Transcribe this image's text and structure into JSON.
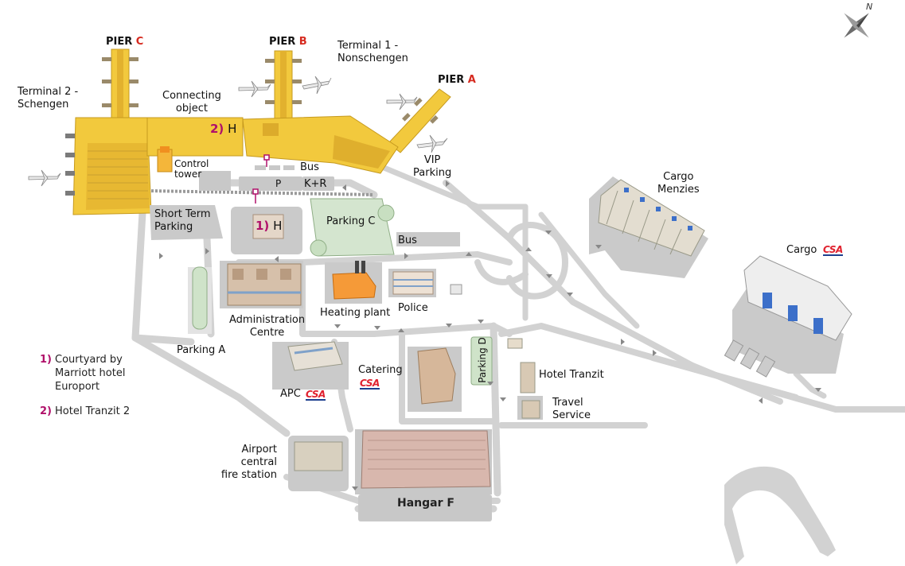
{
  "labels": {
    "pier_c_prefix": "PIER ",
    "pier_c_letter": "C",
    "pier_b_prefix": "PIER ",
    "pier_b_letter": "B",
    "pier_a_prefix": "PIER ",
    "pier_a_letter": "A",
    "terminal1_line1": "Terminal 1 -",
    "terminal1_line2": "Nonschengen",
    "terminal2_line1": "Terminal 2 -",
    "terminal2_line2": "Schengen",
    "connecting_line1": "Connecting",
    "connecting_line2": "object",
    "hotel2_num": "2)",
    "hotel2_letter": "H",
    "control_line1": "Control",
    "control_line2": "tower",
    "bus_top": "Bus",
    "vip_line1": "VIP",
    "vip_line2": "Parking",
    "p_sign": "P",
    "kr_sign": "K+R",
    "short_term_line1": "Short Term",
    "short_term_line2": "Parking",
    "hotel1_num": "1)",
    "hotel1_letter": "H",
    "parking_c": "Parking C",
    "bus_mid": "Bus",
    "admin_line1": "Administration",
    "admin_line2": "Centre",
    "heating": "Heating plant",
    "police": "Police",
    "parking_a": "Parking A",
    "apc": "APC",
    "catering": "Catering",
    "parking_d": "Parking D",
    "hotel_tranzit": "Hotel Tranzit",
    "travel_line1": "Travel",
    "travel_line2": "Service",
    "fire_line1": "Airport",
    "fire_line2": "central",
    "fire_line3": "fire station",
    "hangar_f": "Hangar F",
    "cargo_menzies_line1": "Cargo",
    "cargo_menzies_line2": "Menzies",
    "cargo_csa": "Cargo",
    "csa_logo": "CSA",
    "compass_n": "N"
  },
  "legend": [
    {
      "num": "1)",
      "line1": "Courtyard by",
      "line2": "Marriott hotel",
      "line3": "Europort"
    },
    {
      "num": "2)",
      "line1": "Hotel Tranzit 2",
      "line2": "",
      "line3": ""
    }
  ],
  "colors": {
    "terminal_yellow": "#f2c93d",
    "terminal_dark": "#d9a826",
    "road": "#d4d4d4",
    "parking_green": "#cfe3c9",
    "admin_brown": "#c9b29c",
    "heating_orange": "#f59a38",
    "hangar_pink": "#d8b7ad",
    "cargo_blue": "#3c6fc9",
    "magenta": "#b0106a",
    "accent_red": "#d62a1f"
  }
}
